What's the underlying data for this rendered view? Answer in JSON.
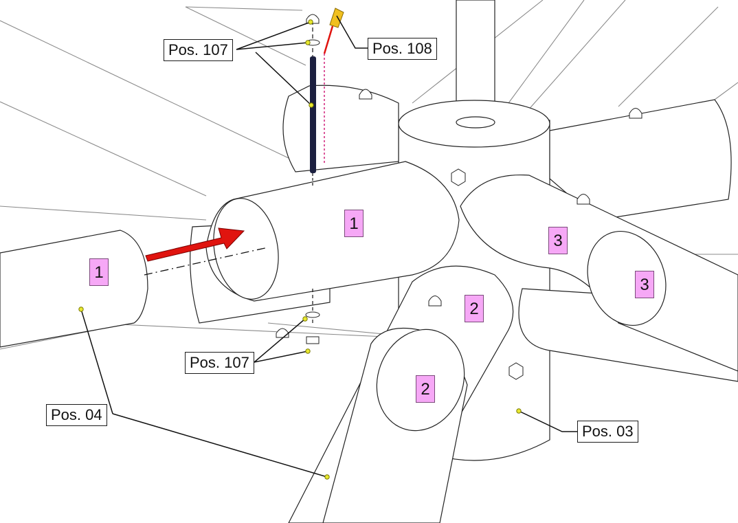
{
  "callouts": {
    "pos107_top": "Pos. 107",
    "pos108": "Pos. 108",
    "pos107_bottom": "Pos. 107",
    "pos04": "Pos. 04",
    "pos03": "Pos. 03"
  },
  "part_tags": {
    "left_tube": "1",
    "center_tube": "1",
    "right_tube_a": "3",
    "right_tube_b": "3",
    "lower_tube_a": "2",
    "lower_tube_b": "2"
  },
  "colors": {
    "tag_fill": "#f6a8f6",
    "arrow": "#e0140f",
    "leader_dot": "#e8e830",
    "bolt": "#1c2040",
    "grease_nipple": "#f0c020"
  }
}
